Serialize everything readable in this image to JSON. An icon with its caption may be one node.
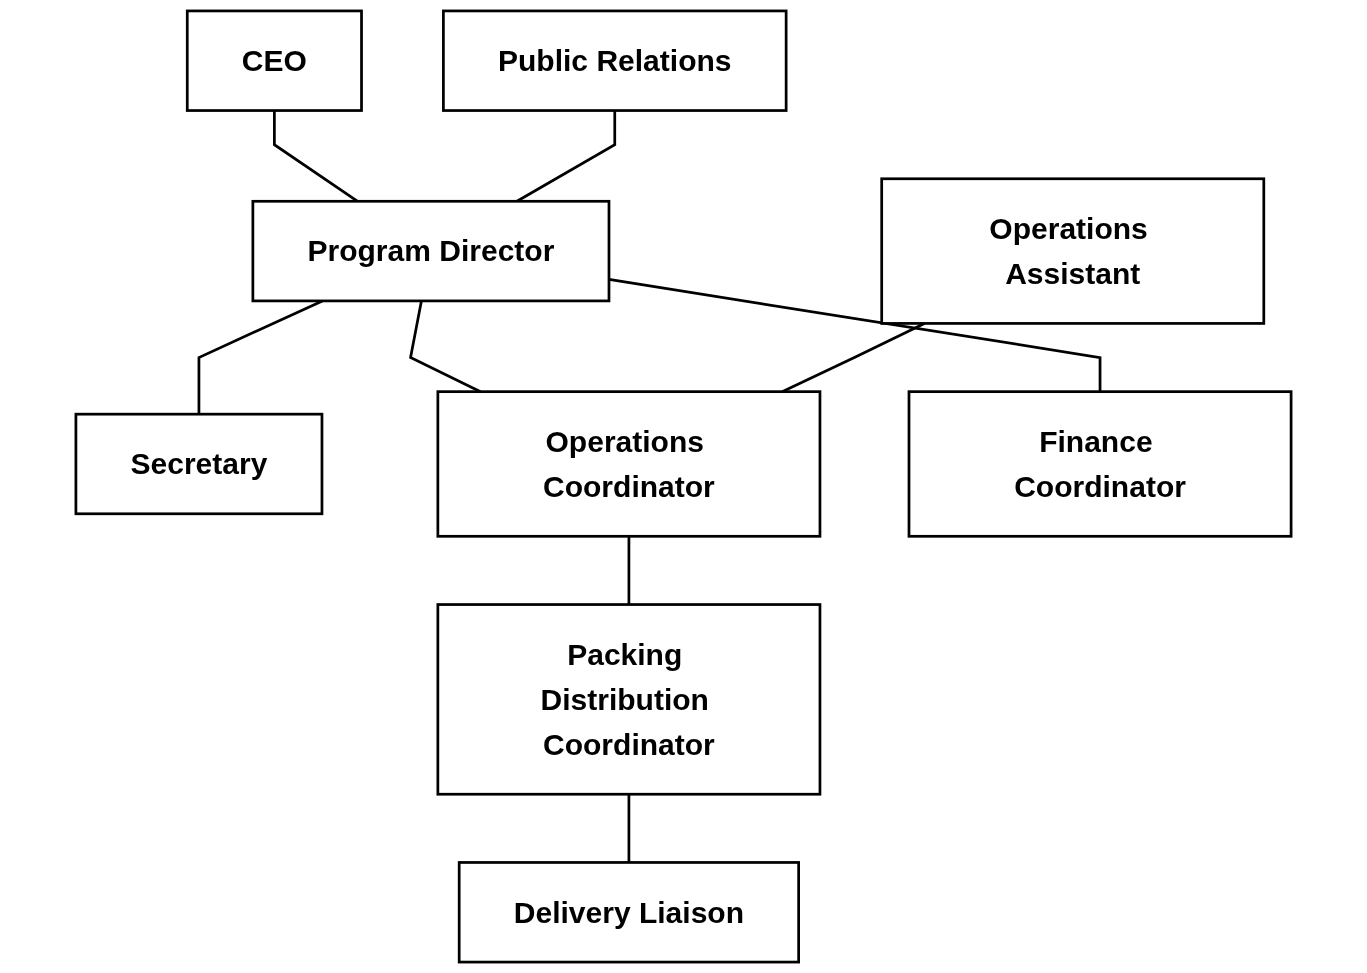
{
  "diagram": {
    "nodes": [
      {
        "text": [
          "CEO"
        ]
      },
      {
        "text": [
          "Public Relations"
        ]
      },
      {
        "text": [
          "Program Director"
        ]
      },
      {
        "text": [
          "Secretary"
        ]
      },
      {
        "text": [
          "Operations Assistant"
        ]
      },
      {
        "text": [
          "Operations Coordinator"
        ]
      },
      {
        "text": [
          "Finance Coordinator"
        ]
      },
      {
        "text": [
          "Packing Distribution Coordinator"
        ]
      },
      {
        "text": [
          "Delivery Liaison"
        ]
      }
    ],
    "edges": [
      {
        "from": 0,
        "to": 2,
        "arrow": "none"
      },
      {
        "from": 1,
        "to": 2,
        "arrow": "none"
      },
      {
        "from": 2,
        "to": 3,
        "arrow": "none"
      },
      {
        "from": 2,
        "to": 5,
        "arrow": "none"
      },
      {
        "from": 2,
        "to": 6,
        "arrow": "none"
      },
      {
        "from": 4,
        "to": 5,
        "arrow": "none"
      },
      {
        "from": 5,
        "to": 7,
        "arrow": "none"
      },
      {
        "from": 7,
        "to": 8,
        "arrow": "none"
      }
    ]
  }
}
